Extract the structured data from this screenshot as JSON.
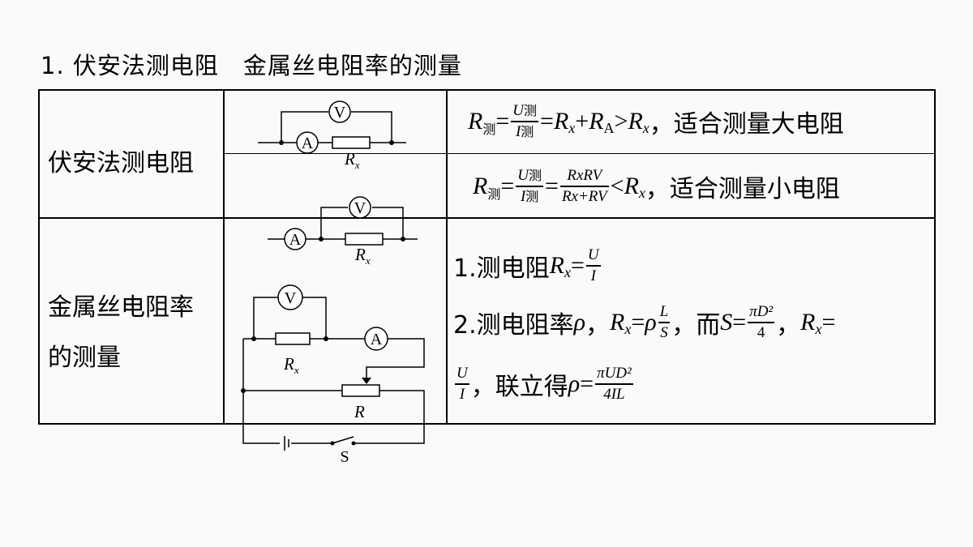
{
  "title": "1. 伏安法测电阻　金属丝电阻率的测量",
  "row1": {
    "label": "伏安法测电阻",
    "formula1": {
      "lhs_R": "R",
      "lhs_sub": "测",
      "eq": "=",
      "num_U": "U",
      "num_sub": "测",
      "den_I": "I",
      "den_sub": "测",
      "mid": "=",
      "Rx_R": "R",
      "Rx_sub": "x",
      "plus": "+",
      "RA_R": "R",
      "RA_sub": "A",
      "gt": ">",
      "Rx2_R": "R",
      "Rx2_sub": "x",
      "text": "，适合测量大电阻"
    },
    "formula2": {
      "lhs_R": "R",
      "lhs_sub": "测",
      "eq": "=",
      "num_U": "U",
      "num_sub": "测",
      "den_I": "I",
      "den_sub": "测",
      "mid": "=",
      "num2": "RxRV",
      "den2": "Rx+RV",
      "lt": "<",
      "Rx_R": "R",
      "Rx_sub": "x",
      "text": "，适合测量小电阻"
    },
    "circuit1": {
      "voltmeter": "V",
      "ammeter": "A",
      "resistor_R": "R",
      "resistor_sub": "x"
    }
  },
  "row2": {
    "label_line1": "金属丝电阻率",
    "label_line2": "的测量",
    "circuit2": {
      "voltmeter": "V",
      "ammeter": "A",
      "resistor_R": "R",
      "resistor_sub": "x"
    },
    "circuit3": {
      "voltmeter": "V",
      "ammeter": "A",
      "resistor_R": "R",
      "resistor_sub": "x",
      "rheostat": "R",
      "switch": "S"
    },
    "item1": {
      "prefix": "1.测电阻",
      "R": "R",
      "sub": "x",
      "eq": "=",
      "num": "U",
      "den": "I"
    },
    "item2": {
      "prefix": "2.测电阻率",
      "rho": "ρ",
      "comma1": "，",
      "R": "R",
      "sub": "x",
      "eq": "=",
      "rho2": "ρ",
      "num_L": "L",
      "den_S": "S",
      "comma2": "，而",
      "S": "S",
      "eq2": "=",
      "num_piD2": "πD²",
      "den_4": "4",
      "comma3": "，",
      "R2": "R",
      "sub2": "x",
      "eq3": "="
    },
    "item3": {
      "num": "U",
      "den": "I",
      "text": "，联立得",
      "rho": "ρ",
      "eq": "=",
      "num2": "πUD²",
      "den2": "4IL"
    }
  }
}
